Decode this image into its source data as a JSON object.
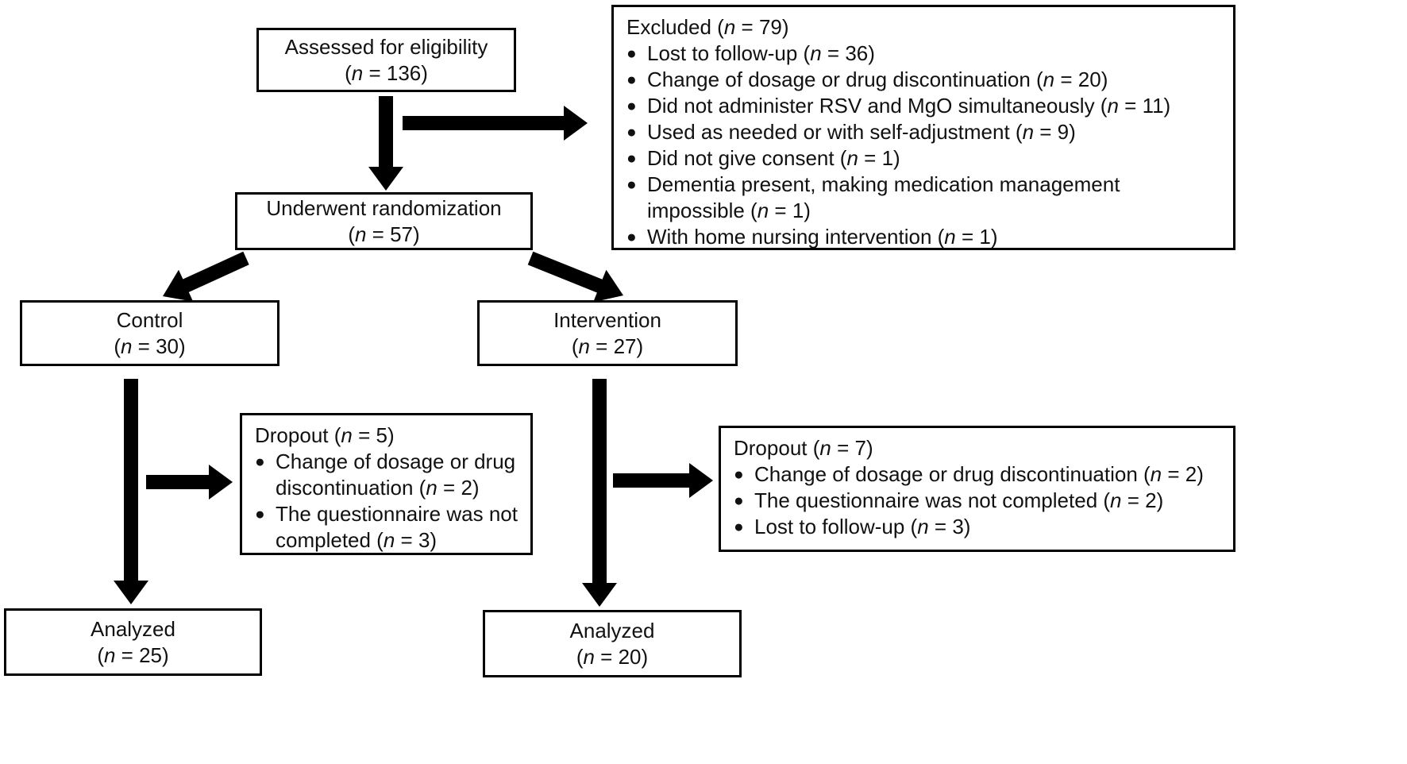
{
  "diagram_type": "consort-flowchart",
  "bullet_icon": "●",
  "colors": {
    "background": "#ffffff",
    "box_border": "#000000",
    "text": "#111111",
    "arrow": "#000000"
  },
  "boxes": {
    "assessed": {
      "title": "Assessed for eligibility",
      "n": "(n = 136)"
    },
    "excluded": {
      "title": "Excluded (n = 79)",
      "items": [
        "Lost to follow-up (n = 36)",
        "Change of dosage or drug discontinuation (n = 20)",
        "Did not administer RSV and MgO simultaneously (n = 11)",
        "Used as needed or with self-adjustment (n = 9)",
        "Did not give consent (n = 1)",
        "Dementia present, making medication management impossible (n = 1)",
        "With home nursing intervention (n = 1)"
      ]
    },
    "randomized": {
      "title": "Underwent randomization",
      "n": "(n = 57)"
    },
    "control": {
      "title": "Control",
      "n": "(n = 30)"
    },
    "intervention": {
      "title": "Intervention",
      "n": "(n = 27)"
    },
    "dropout_control": {
      "title": "Dropout (n = 5)",
      "items": [
        "Change of dosage or drug discontinuation (n = 2)",
        "The questionnaire was not completed (n = 3)"
      ]
    },
    "dropout_intervention": {
      "title": "Dropout (n = 7)",
      "items": [
        "Change of dosage or drug discontinuation (n = 2)",
        "The questionnaire was not completed (n = 2)",
        "Lost to follow-up (n = 3)"
      ]
    },
    "analyzed_control": {
      "title": "Analyzed",
      "n": "(n = 25)"
    },
    "analyzed_intervention": {
      "title": "Analyzed",
      "n": "(n = 20)"
    }
  }
}
